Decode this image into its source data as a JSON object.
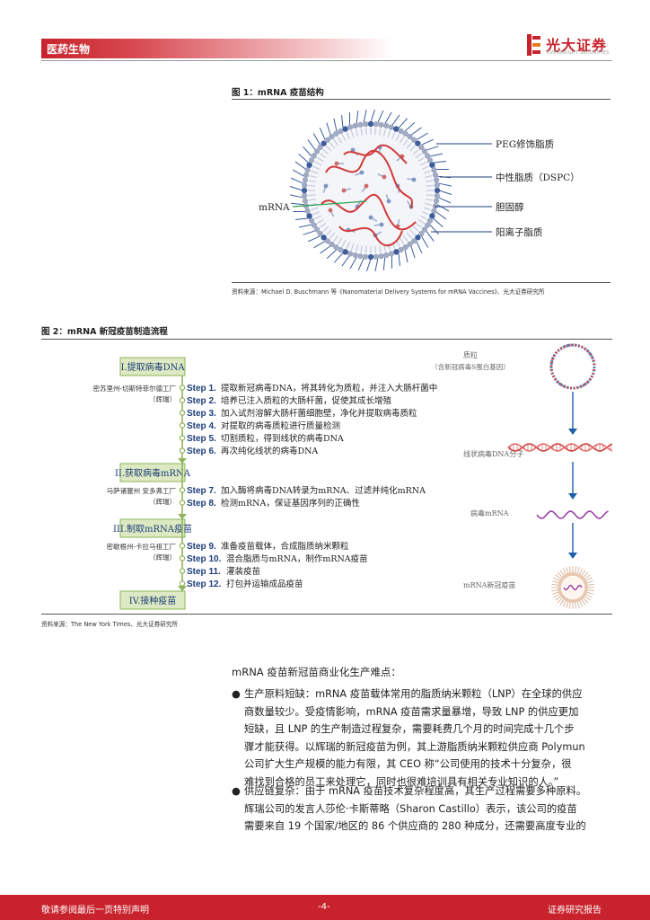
{
  "header": {
    "section": "医药生物",
    "logo_name": "光大证券",
    "logo_sub": "EVERBRIGHT SECURITIES"
  },
  "figure1": {
    "title": "图 1：mRNA 疫苗结构",
    "labels": {
      "peg": "PEG修饰脂质",
      "dspc": "中性脂质（DSPC）",
      "chol": "胆固醇",
      "cationic": "阳离子脂质",
      "mrna": "mRNA"
    },
    "source": "资料来源：Michael D. Buschmann 等《Nanomaterial Delivery Systems for mRNA Vaccines》、光大证券研究所"
  },
  "figure2": {
    "title": "图 2：mRNA 新冠疫苗制造流程",
    "stages": [
      "I.提取病毒DNA",
      "II.获取病毒mRNA",
      "III.制取mRNA疫苗",
      "IV.接种疫苗"
    ],
    "sites": {
      "s1_line1": "密苏里州-切斯特菲尔德工厂",
      "s1_line2": "（辉瑞）",
      "s2_line1": "马萨诸塞州 安多弗工厂",
      "s2_line2": "（辉瑞）",
      "s3_line1": "密歇根州-卡拉马祖工厂",
      "s3_line2": "（辉瑞）"
    },
    "steps": [
      {
        "num": "Step 1.",
        "text": "提取新冠病毒DNA，将其转化为质粒，并注入大肠杆菌中"
      },
      {
        "num": "Step 2.",
        "text": "培养已注入质粒的大肠杆菌，促使其成长增殖"
      },
      {
        "num": "Step 3.",
        "text": "加入试剂溶解大肠杆菌细胞壁，净化并提取病毒质粒"
      },
      {
        "num": "Step 4.",
        "text": "对提取的病毒质粒进行质量检测"
      },
      {
        "num": "Step 5.",
        "text": "切割质粒，得到线状的病毒DNA"
      },
      {
        "num": "Step 6.",
        "text": "再次纯化线状的病毒DNA"
      },
      {
        "num": "Step 7.",
        "text": "加入酶将病毒DNA转录为mRNA、过滤并纯化mRNA"
      },
      {
        "num": "Step 8.",
        "text": "检测mRNA，保证基因序列的正确性"
      },
      {
        "num": "Step 9.",
        "text": "准备疫苗载体，合成脂质纳米颗粒"
      },
      {
        "num": "Step 10.",
        "text": "混合脂质与mRNA，制作mRNA疫苗"
      },
      {
        "num": "Step 11.",
        "text": "灌装疫苗"
      },
      {
        "num": "Step 12.",
        "text": "打包并运输成品疫苗"
      }
    ],
    "right": {
      "plasmid_line1": "质粒",
      "plasmid_line2": "（含新冠病毒S蛋白基因）",
      "linear_dna": "线状病毒DNA分子",
      "viral_mrna": "病毒mRNA",
      "vaccine": "mRNA新冠疫苗"
    },
    "source": "资料来源：The New York Times、光大证券研究所"
  },
  "body": {
    "intro": "mRNA 疫苗新冠苗商业化生产难点：",
    "bullet1_lines": [
      "生产原料短缺：mRNA 疫苗载体常用的脂质纳米颗粒（LNP）在全球的供应",
      "商数量较少。受疫情影响，mRNA 疫苗需求量暴增，导致 LNP 的供应更加",
      "短缺，且 LNP 的生产制造过程复杂，需要耗费几个月的时间完成十几个步",
      "骤才能获得。以辉瑞的新冠疫苗为例，其上游脂质纳米颗粒供应商 Polymun",
      "公司扩大生产规模的能力有限，其 CEO 称“公司使用的技术十分复杂，很",
      "难找到合格的员工来处理它，同时也很难培训具有相关专业知识的人。”"
    ],
    "bullet2_lines": [
      "供应链复杂：由于 mRNA 疫苗技术复杂程度高，其生产过程需要多种原料。",
      "辉瑞公司的发言人莎伦·卡斯蒂略（Sharon Castillo）表示，该公司的疫苗",
      "需要来自 19 个国家/地区的 86 个供应商的 280 种成分，还需要高度专业的"
    ]
  },
  "footer": {
    "left": "敬请参阅最后一页特别声明",
    "page": "-4-",
    "right": "证券研究报告"
  },
  "colors": {
    "brand_red": "#c8232c",
    "stage_fill": "#dce9c2",
    "stage_border": "#8fb35a",
    "arrow_blue": "#1f5fa8",
    "dna_red": "#d04040",
    "mrna_purple": "#9b3fa8"
  }
}
